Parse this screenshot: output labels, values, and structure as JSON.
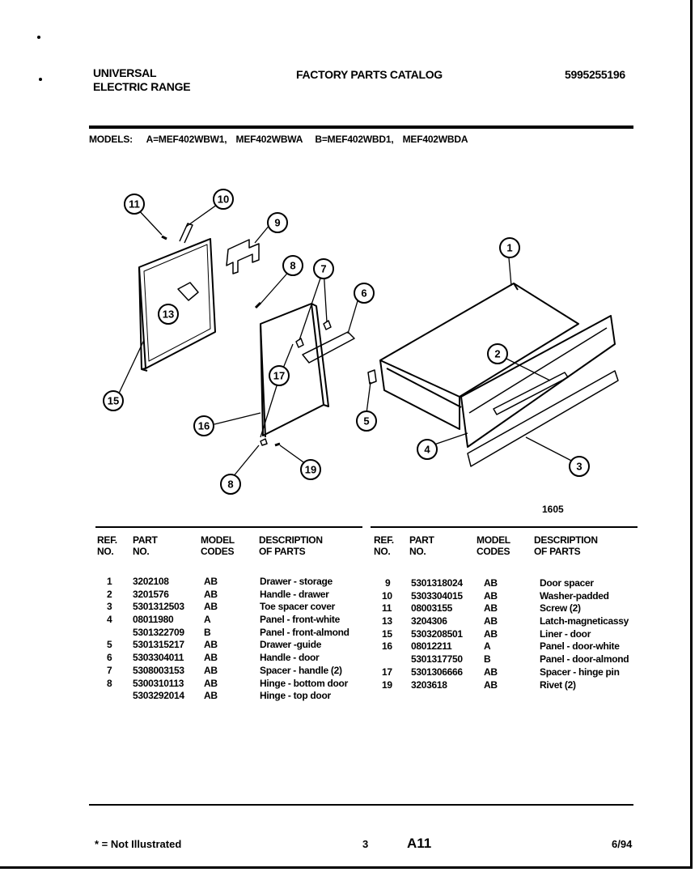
{
  "header": {
    "brand_line1": "UNIVERSAL",
    "brand_line2": "ELECTRIC RANGE",
    "catalog_title": "FACTORY PARTS CATALOG",
    "catalog_number": "5995255196"
  },
  "models": {
    "label": "MODELS:",
    "a1": "A=MEF402WBW1,",
    "a2": "MEF402WBWA",
    "b1": "B=MEF402WBD1,",
    "b2": "MEF402WBDA"
  },
  "figure_number": "1605",
  "callouts": [
    "1",
    "2",
    "3",
    "4",
    "5",
    "6",
    "7",
    "8",
    "8",
    "9",
    "10",
    "11",
    "13",
    "15",
    "16",
    "17",
    "19"
  ],
  "table_headers": {
    "ref": "REF.",
    "no": "NO.",
    "part": "PART",
    "part_no": "NO.",
    "model": "MODEL",
    "codes": "CODES",
    "description": "DESCRIPTION",
    "of_parts": "OF PARTS"
  },
  "parts_left": [
    {
      "ref": "1",
      "part": "3202108",
      "code": "AB",
      "desc": "Drawer - storage"
    },
    {
      "ref": "2",
      "part": "3201576",
      "code": "AB",
      "desc": "Handle - drawer"
    },
    {
      "ref": "3",
      "part": "5301312503",
      "code": "AB",
      "desc": "Toe spacer cover"
    },
    {
      "ref": "4",
      "part": "08011980",
      "code": "A",
      "desc": "Panel - front-white"
    },
    {
      "ref": "",
      "part": "5301322709",
      "code": "B",
      "desc": "Panel - front-almond"
    },
    {
      "ref": "5",
      "part": "5301315217",
      "code": "AB",
      "desc": "Drawer -guide"
    },
    {
      "ref": "6",
      "part": "5303304011",
      "code": "AB",
      "desc": "Handle - door"
    },
    {
      "ref": "7",
      "part": "5308003153",
      "code": "AB",
      "desc": "Spacer - handle (2)"
    },
    {
      "ref": "8",
      "part": "5300310113",
      "code": "AB",
      "desc": "Hinge - bottom door"
    },
    {
      "ref": "",
      "part": "5303292014",
      "code": "AB",
      "desc": "Hinge - top door"
    }
  ],
  "parts_right": [
    {
      "ref": "9",
      "part": "5301318024",
      "code": "AB",
      "desc": "Door spacer"
    },
    {
      "ref": "10",
      "part": "5303304015",
      "code": "AB",
      "desc": "Washer-padded"
    },
    {
      "ref": "11",
      "part": "08003155",
      "code": "AB",
      "desc": "Screw (2)"
    },
    {
      "ref": "13",
      "part": "3204306",
      "code": "AB",
      "desc": "Latch-magneticassy"
    },
    {
      "ref": "15",
      "part": "5303208501",
      "code": "AB",
      "desc": "Liner - door"
    },
    {
      "ref": "16",
      "part": "08012211",
      "code": "A",
      "desc": "Panel - door-white"
    },
    {
      "ref": "",
      "part": "5301317750",
      "code": "B",
      "desc": "Panel - door-almond"
    },
    {
      "ref": "17",
      "part": "5301306666",
      "code": "AB",
      "desc": "Spacer - hinge pin"
    },
    {
      "ref": "19",
      "part": "3203618",
      "code": "AB",
      "desc": "Rivet (2)"
    }
  ],
  "footer": {
    "note": "* = Not Illustrated",
    "page": "3",
    "section": "A11",
    "date": "6/94"
  }
}
